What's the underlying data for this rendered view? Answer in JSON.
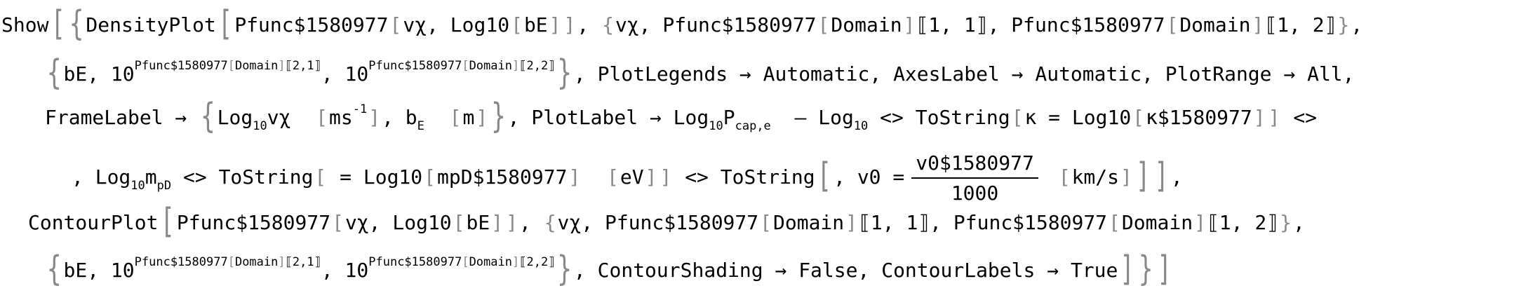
{
  "code": {
    "show": "Show",
    "density_plot": "DensityPlot",
    "contour_plot": "ContourPlot",
    "pfunc": "Pfunc$1580977",
    "vchi": "vχ",
    "log10": "Log10",
    "be": "bE",
    "domain": "Domain",
    "one_one": "⟦1, 1⟧",
    "one_two": "⟦1, 2⟧",
    "ten": "10",
    "sup_pfunc": "Pfunc$1580977",
    "sup_domain": "Domain",
    "two_one": "⟦2,1⟧",
    "two_two": "⟦2,2⟧",
    "plot_legends": "PlotLegends → Automatic,",
    "axes_label": "AxesLabel → Automatic,",
    "plot_range": "PlotRange → All,",
    "frame_label": "FrameLabel →",
    "log": "Log",
    "sub_10": "10",
    "ms_unit": "ms",
    "ms_exp": "-1",
    "b": "b",
    "sub_e": "E",
    "m_unit": "m",
    "plot_label": "PlotLabel → Log",
    "p_cap": "P",
    "sub_cap_e": "cap,e",
    "minus_log": "– Log",
    "concat": "<>",
    "to_string": "ToString",
    "kappa_eq": "κ = Log10",
    "kappa_var": "κ$1580977",
    "comma_log": ", Log",
    "m_pd": "m",
    "sub_pd": "pD",
    "eq_log10": "= Log10",
    "mpd_var": "mpD$1580977",
    "ev": "eV",
    "v0_eq": ", v0 =",
    "v0_num": "v0$1580977",
    "v0_den": "1000",
    "kms": "km/s",
    "contour_shading": "ContourShading → False,",
    "contour_labels": "ContourLabels → True"
  }
}
